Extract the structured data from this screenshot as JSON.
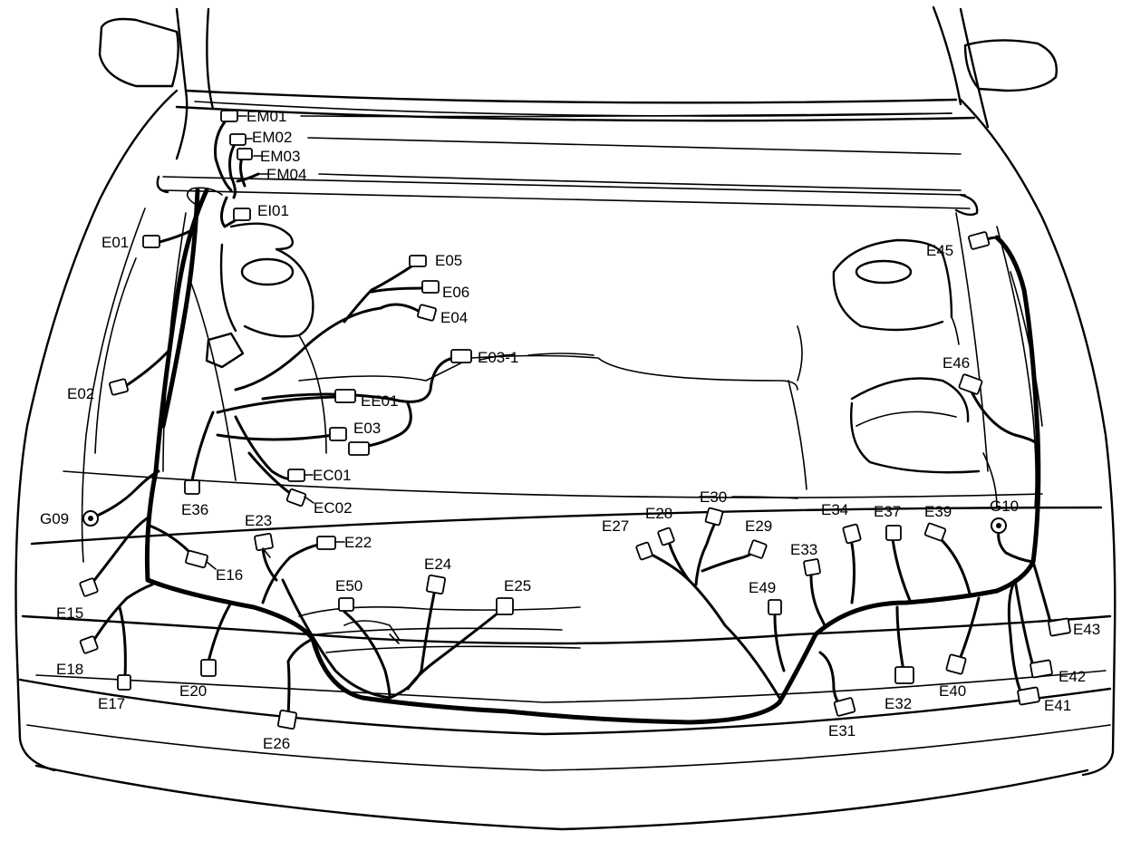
{
  "labels": {
    "em01": "EM01",
    "em02": "EM02",
    "em03": "EM03",
    "em04": "EM04",
    "ei01": "EI01",
    "e01": "E01",
    "e05": "E05",
    "e06": "E06",
    "e04": "E04",
    "e03_1": "E03-1",
    "ee01": "EE01",
    "e03": "E03",
    "ec01": "EC01",
    "ec02": "EC02",
    "e02": "E02",
    "e36": "E36",
    "g09": "G09",
    "e23": "E23",
    "e22": "E22",
    "e16": "E16",
    "e15": "E15",
    "e18": "E18",
    "e17": "E17",
    "e20": "E20",
    "e26": "E26",
    "e50": "E50",
    "e24": "E24",
    "e25": "E25",
    "e30": "E30",
    "e27": "E27",
    "e28": "E28",
    "e29": "E29",
    "e34": "E34",
    "e37": "E37",
    "e39": "E39",
    "g10": "G10",
    "e33": "E33",
    "e49": "E49",
    "e31": "E31",
    "e32": "E32",
    "e40": "E40",
    "e45": "E45",
    "e46": "E46",
    "e43": "E43",
    "e42": "E42",
    "e41": "E41"
  }
}
